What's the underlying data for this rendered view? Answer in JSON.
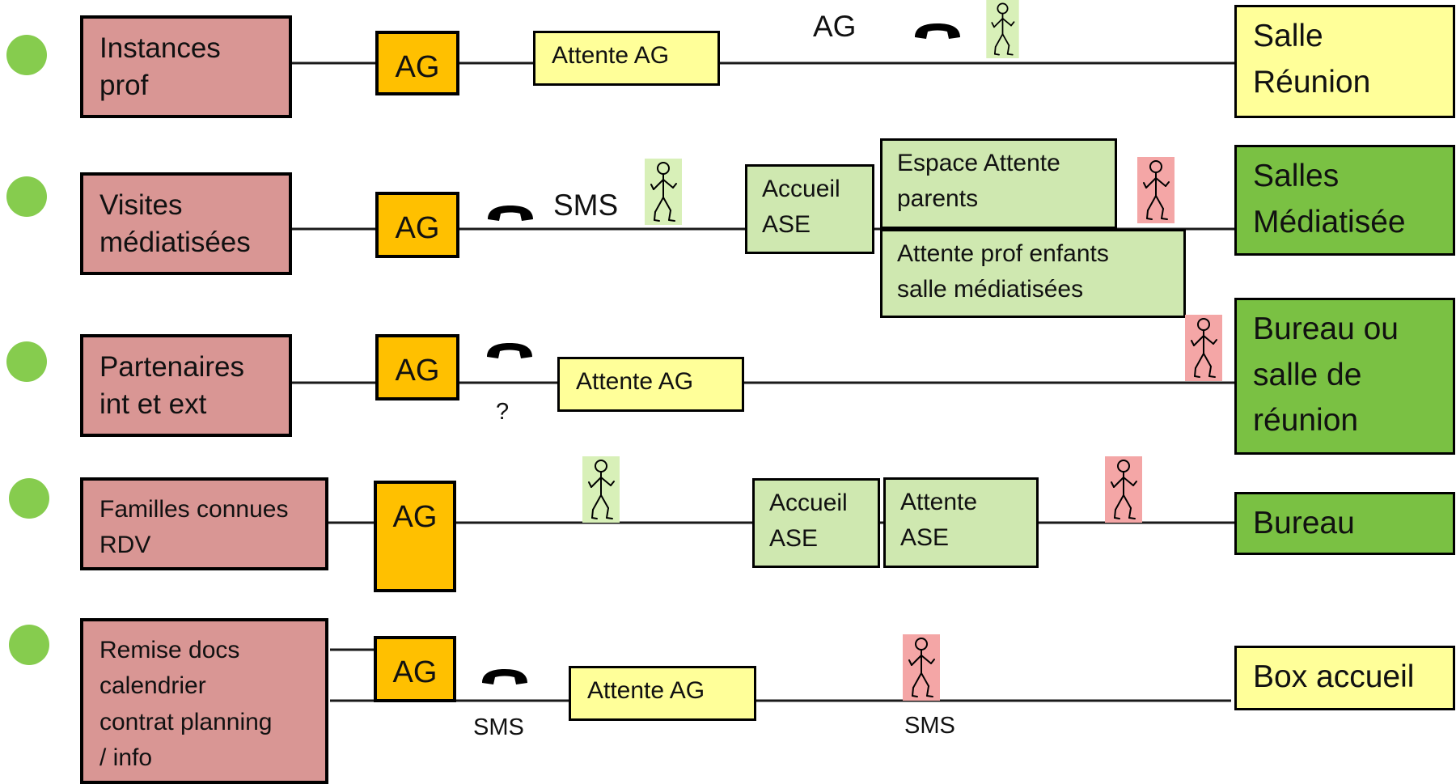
{
  "categories": [
    "Instances\nprof",
    "Visites\nmédiatisées",
    "Partenaires\nint et ext",
    "Familles connues\nRDV",
    "Remise docs\ncalendrier\ncontrat  planning\n/ info"
  ],
  "ag_label": "AG",
  "waits": {
    "row1": "Attente AG",
    "row2_accueil": "Accueil\nASE",
    "row2_espace": "Espace Attente\nparents",
    "row2_prof": "Attente prof enfants\nsalle médiatisées",
    "row3": "Attente AG",
    "row4_accueil": "Accueil\nASE",
    "row4_attente": "Attente\nASE",
    "row5": "Attente AG"
  },
  "destinations": {
    "row1": "Salle\nRéunion",
    "row2": "Salles\nMédiatisée",
    "row3": "Bureau ou\nsalle de\nréunion",
    "row4": "Bureau",
    "row5": "Box accueil"
  },
  "annotations": {
    "row1_ag": "AG",
    "row2_sms": "SMS",
    "row3_question": "?",
    "row5_sms_left": "SMS",
    "row5_sms_right": "SMS"
  },
  "icons": [
    "phone-icon",
    "person-icon-green",
    "person-icon-red",
    "bullet-dot"
  ],
  "colors": {
    "category": "#d99694",
    "ag": "#ffc000",
    "wait_yellow": "#ffff99",
    "wait_green": "#cfe8b0",
    "dest_green": "#7ac143",
    "bullet": "#86cc4e",
    "person_green_bg": "#d8f0b8",
    "person_red_bg": "#f4a6a6"
  }
}
